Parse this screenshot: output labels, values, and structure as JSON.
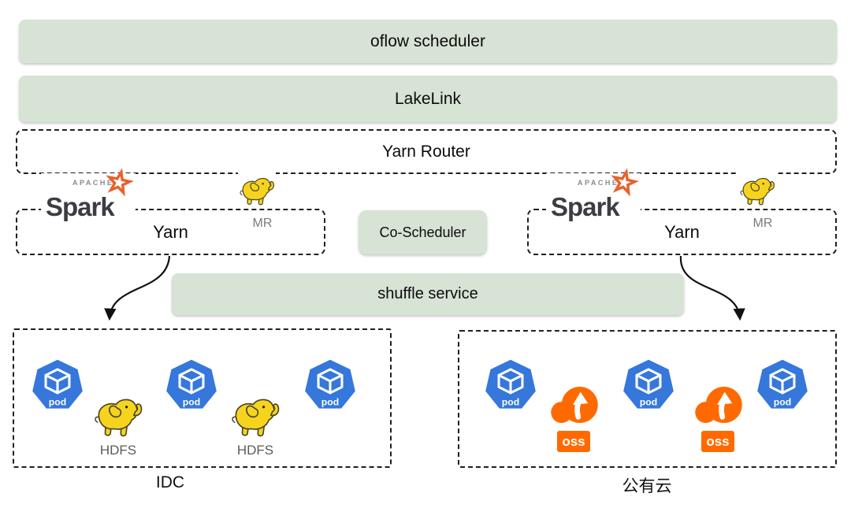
{
  "colors": {
    "bar_green": "#d7e3d5",
    "pod_blue": "#3577db",
    "hadoop_yellow": "#f6d41e",
    "oss_orange": "#ff6a00",
    "spark_orange": "#e8622c",
    "spark_gray": "#3e3c42"
  },
  "layers": {
    "oflow_scheduler": "oflow scheduler",
    "lakelink": "LakeLink",
    "yarn_router": "Yarn Router",
    "co_scheduler": "Co-Scheduler",
    "shuffle_service": "shuffle service"
  },
  "spark_logo": {
    "apache": "APACHE",
    "name": "Spark"
  },
  "clusters": {
    "left": {
      "label": "Yarn",
      "mr": "MR"
    },
    "right": {
      "label": "Yarn",
      "mr": "MR"
    }
  },
  "zones": {
    "idc": {
      "label": "IDC",
      "pods": [
        "pod",
        "pod",
        "pod"
      ],
      "hdfs_labels": [
        "HDFS",
        "HDFS"
      ]
    },
    "public_cloud": {
      "label": "公有云",
      "pods": [
        "pod",
        "pod",
        "pod"
      ],
      "oss_labels": [
        "oss",
        "oss"
      ]
    }
  }
}
